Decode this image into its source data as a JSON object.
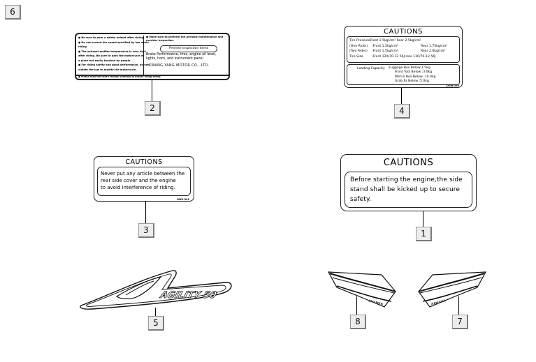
{
  "diagram": {
    "type": "parts-exploded-view",
    "group_number": "6",
    "parts": [
      {
        "ref": "1",
        "name": "caution-label-side-stand"
      },
      {
        "ref": "2",
        "name": "info-label-maintenance"
      },
      {
        "ref": "3",
        "name": "caution-label-rear-side-cover"
      },
      {
        "ref": "4",
        "name": "caution-label-tire-pressure-loading"
      },
      {
        "ref": "5",
        "name": "emblem-agility"
      },
      {
        "ref": "7",
        "name": "side-stripe-decal-right"
      },
      {
        "ref": "8",
        "name": "side-stripe-decal-left"
      }
    ]
  },
  "label1": {
    "title": "CAUTIONS",
    "lines": [
      "Before starting the engine,the side",
      "stand shall be kicked up to secure",
      "safety."
    ],
    "ref": "1"
  },
  "label2": {
    "left_lines": [
      "● Be sure to pour a safety helmet after riding.",
      "● Do not exceed the speed specified by law when",
      "  riding.",
      "● The exhaust muffler temperature is very high",
      "  after riding. Be sure to park the motorcycle in",
      "  a place not easily touched by people.",
      "● For riding safety and good performance, do not",
      "  violate the law to modify the motorcycle."
    ],
    "right_top": "● Make sure to perform the periodic maintenance and prerider inspection.",
    "inspection_box": "Prerider inspection items",
    "right_body": [
      "Brake Performance, tires, engine oil level,",
      "lights, horn, and instrument panel"
    ],
    "company": "KWANG YANG MOTOR CO., LTD.",
    "footer": "● Please read the User's Manual carefully to ensure riding safety.",
    "ref": "2"
  },
  "label3": {
    "title": "CAUTIONS",
    "lines": [
      "Never put any article between the",
      "rear side cover and the engine",
      "to avoid interference of riding."
    ],
    "code": "GW3-301",
    "ref": "3"
  },
  "label4": {
    "title": "CAUTIONS",
    "pressure_rows": [
      {
        "label": "Tire Pressure",
        "front": "Front 2.5kg/cm²",
        "rear": "Rear 2.5kg/cm²"
      },
      {
        "label": "(One Rider)",
        "front": ":Front 1.5kg/cm²",
        "rear": "Rear 1.75kg/cm²"
      },
      {
        "label": "(Two Rider)",
        "front": ":Front 1.5kg/cm²",
        "rear": "Rear 2.0kg/cm²"
      },
      {
        "label": "Tire Size",
        "front": ":Front 120/70-12 56J",
        "rear": "rear 130/70-12 56J"
      }
    ],
    "loading_title": "Loading Capacity",
    "loading_rows": [
      ":Luggage Box Below:1.5kg",
      "Front Tool Below :3.0kg",
      "Met-in Box Below :10.0kg",
      "Grab Rr Below :5.0kg"
    ],
    "code": "1XGB-350",
    "ref": "4"
  },
  "emblem5": {
    "text": "AGILITY 50",
    "ref": "5"
  },
  "decal7": {
    "ref": "7"
  },
  "decal8": {
    "ref": "8"
  }
}
